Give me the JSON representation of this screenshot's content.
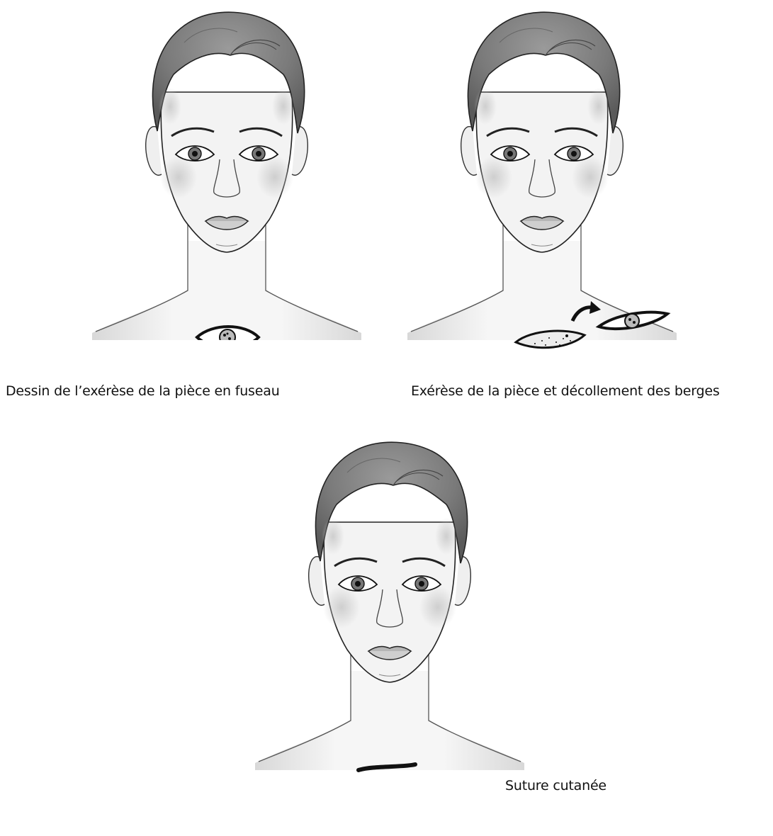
{
  "figure": {
    "panels": [
      {
        "id": "excision-design",
        "caption": "Dessin de l’exérèse de la pièce en fuseau"
      },
      {
        "id": "excision-undermining",
        "caption": "Exérèse de la pièce et décollement des berges"
      },
      {
        "id": "skin-suture",
        "caption": "Suture cutanée"
      }
    ]
  },
  "colors": {
    "line": "#222222",
    "hair": "#8a8a8a",
    "hair_dark": "#5a5a5a",
    "skin": "#f4f4f4",
    "shadow": "#d2d2d2",
    "lesion": "#111111"
  }
}
